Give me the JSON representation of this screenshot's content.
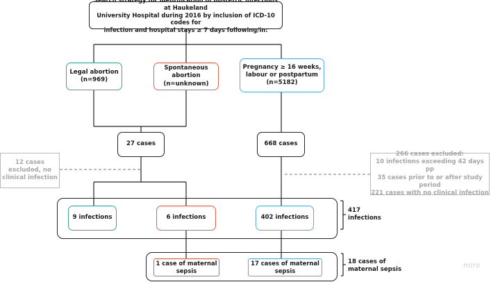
{
  "search_box": "Search strategy for identification of obstetric infections at Haukeland\nUniversity Hospital during  2016 by inclusion of ICD-10 codes for\ninfection and hospital stays ≥ 7 days following/in:",
  "categories": {
    "legal": "Legal abortion\n(n=969)",
    "spontaneous": "Spontaneous abortion\n(n=unknown)",
    "pregnancy": "Pregnancy ≥ 16 weeks,\nlabour or postpartum\n(n=5182)"
  },
  "cases_left": "27 cases",
  "cases_right": "668 cases",
  "excluded_left": "12 cases\nexcluded, no\nclinical infection",
  "excluded_right": "266 cases excluded:\n10 infections exceeding 42 days pp\n35 cases prior to or after study period\n221 cases with no clinical infection",
  "infections": {
    "legal": "9 infections",
    "spontaneous": "6 infections",
    "pregnancy": "402 infections"
  },
  "infections_total": "417\ninfections",
  "sepsis": {
    "left": "1 case of maternal\nsepsis",
    "right": "17 cases of maternal\nsepsis"
  },
  "sepsis_total": "18 cases of\nmaternal sepsis",
  "watermark": "miro",
  "colors": {
    "legal": "#3aa58a",
    "spontaneous": "#e0614a",
    "pregnancy": "#56a8e0",
    "excluded": "#a6a6a6"
  }
}
